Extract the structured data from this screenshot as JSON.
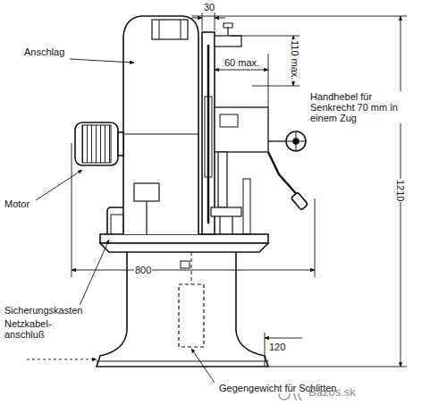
{
  "diagram": {
    "labels": [
      "30",
      "Anschlag",
      "60 max.",
      "110 max.",
      "Handhebel für Senkrecht 70 mm in einem Zug",
      "Motor",
      "1210",
      "800",
      "Sicherungskasten",
      "Netzkabel- anschluß",
      "120",
      "Gegengewicht für Schlitten",
      "Bazos.sk"
    ]
  }
}
